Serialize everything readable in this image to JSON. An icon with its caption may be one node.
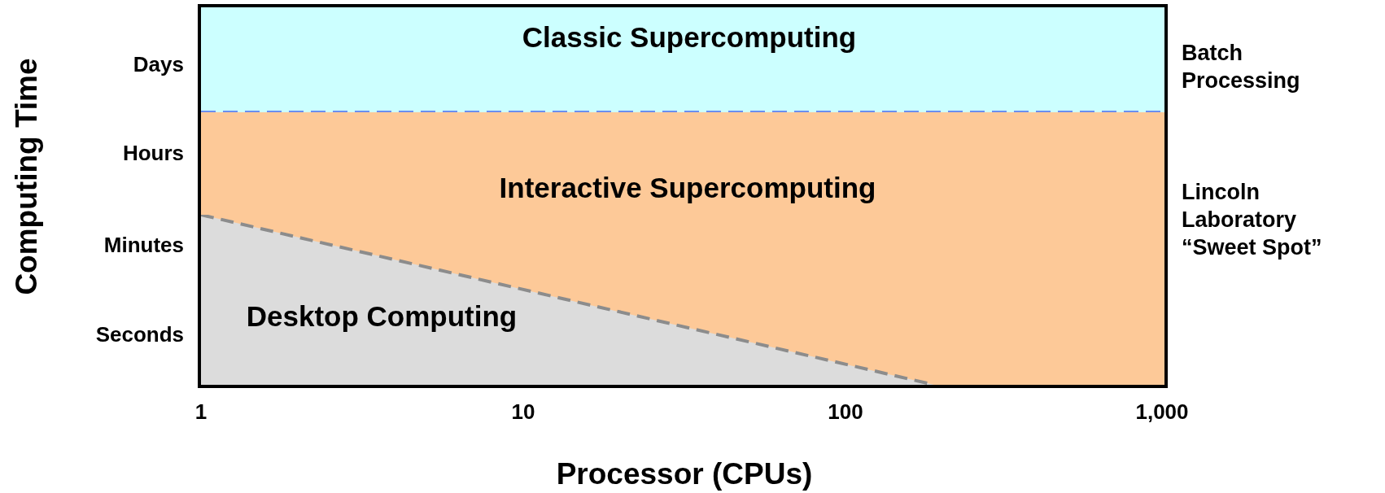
{
  "diagram": {
    "nodes": [
      {
        "text": [
          "Classic Supercomputing"
        ]
      },
      {
        "text": [
          "Interactive Supercomputing"
        ]
      },
      {
        "text": [
          "Desktop Computing"
        ],
        "in": 1
      }
    ],
    "labels": [
      "Days",
      "Batch Processing",
      "Hours",
      "Lincoln Laboratory “Sweet Spot”",
      "Minutes",
      "Seconds",
      "1",
      "10",
      "100",
      "1,000",
      "Computing Time",
      "Processor (CPUs)"
    ]
  }
}
